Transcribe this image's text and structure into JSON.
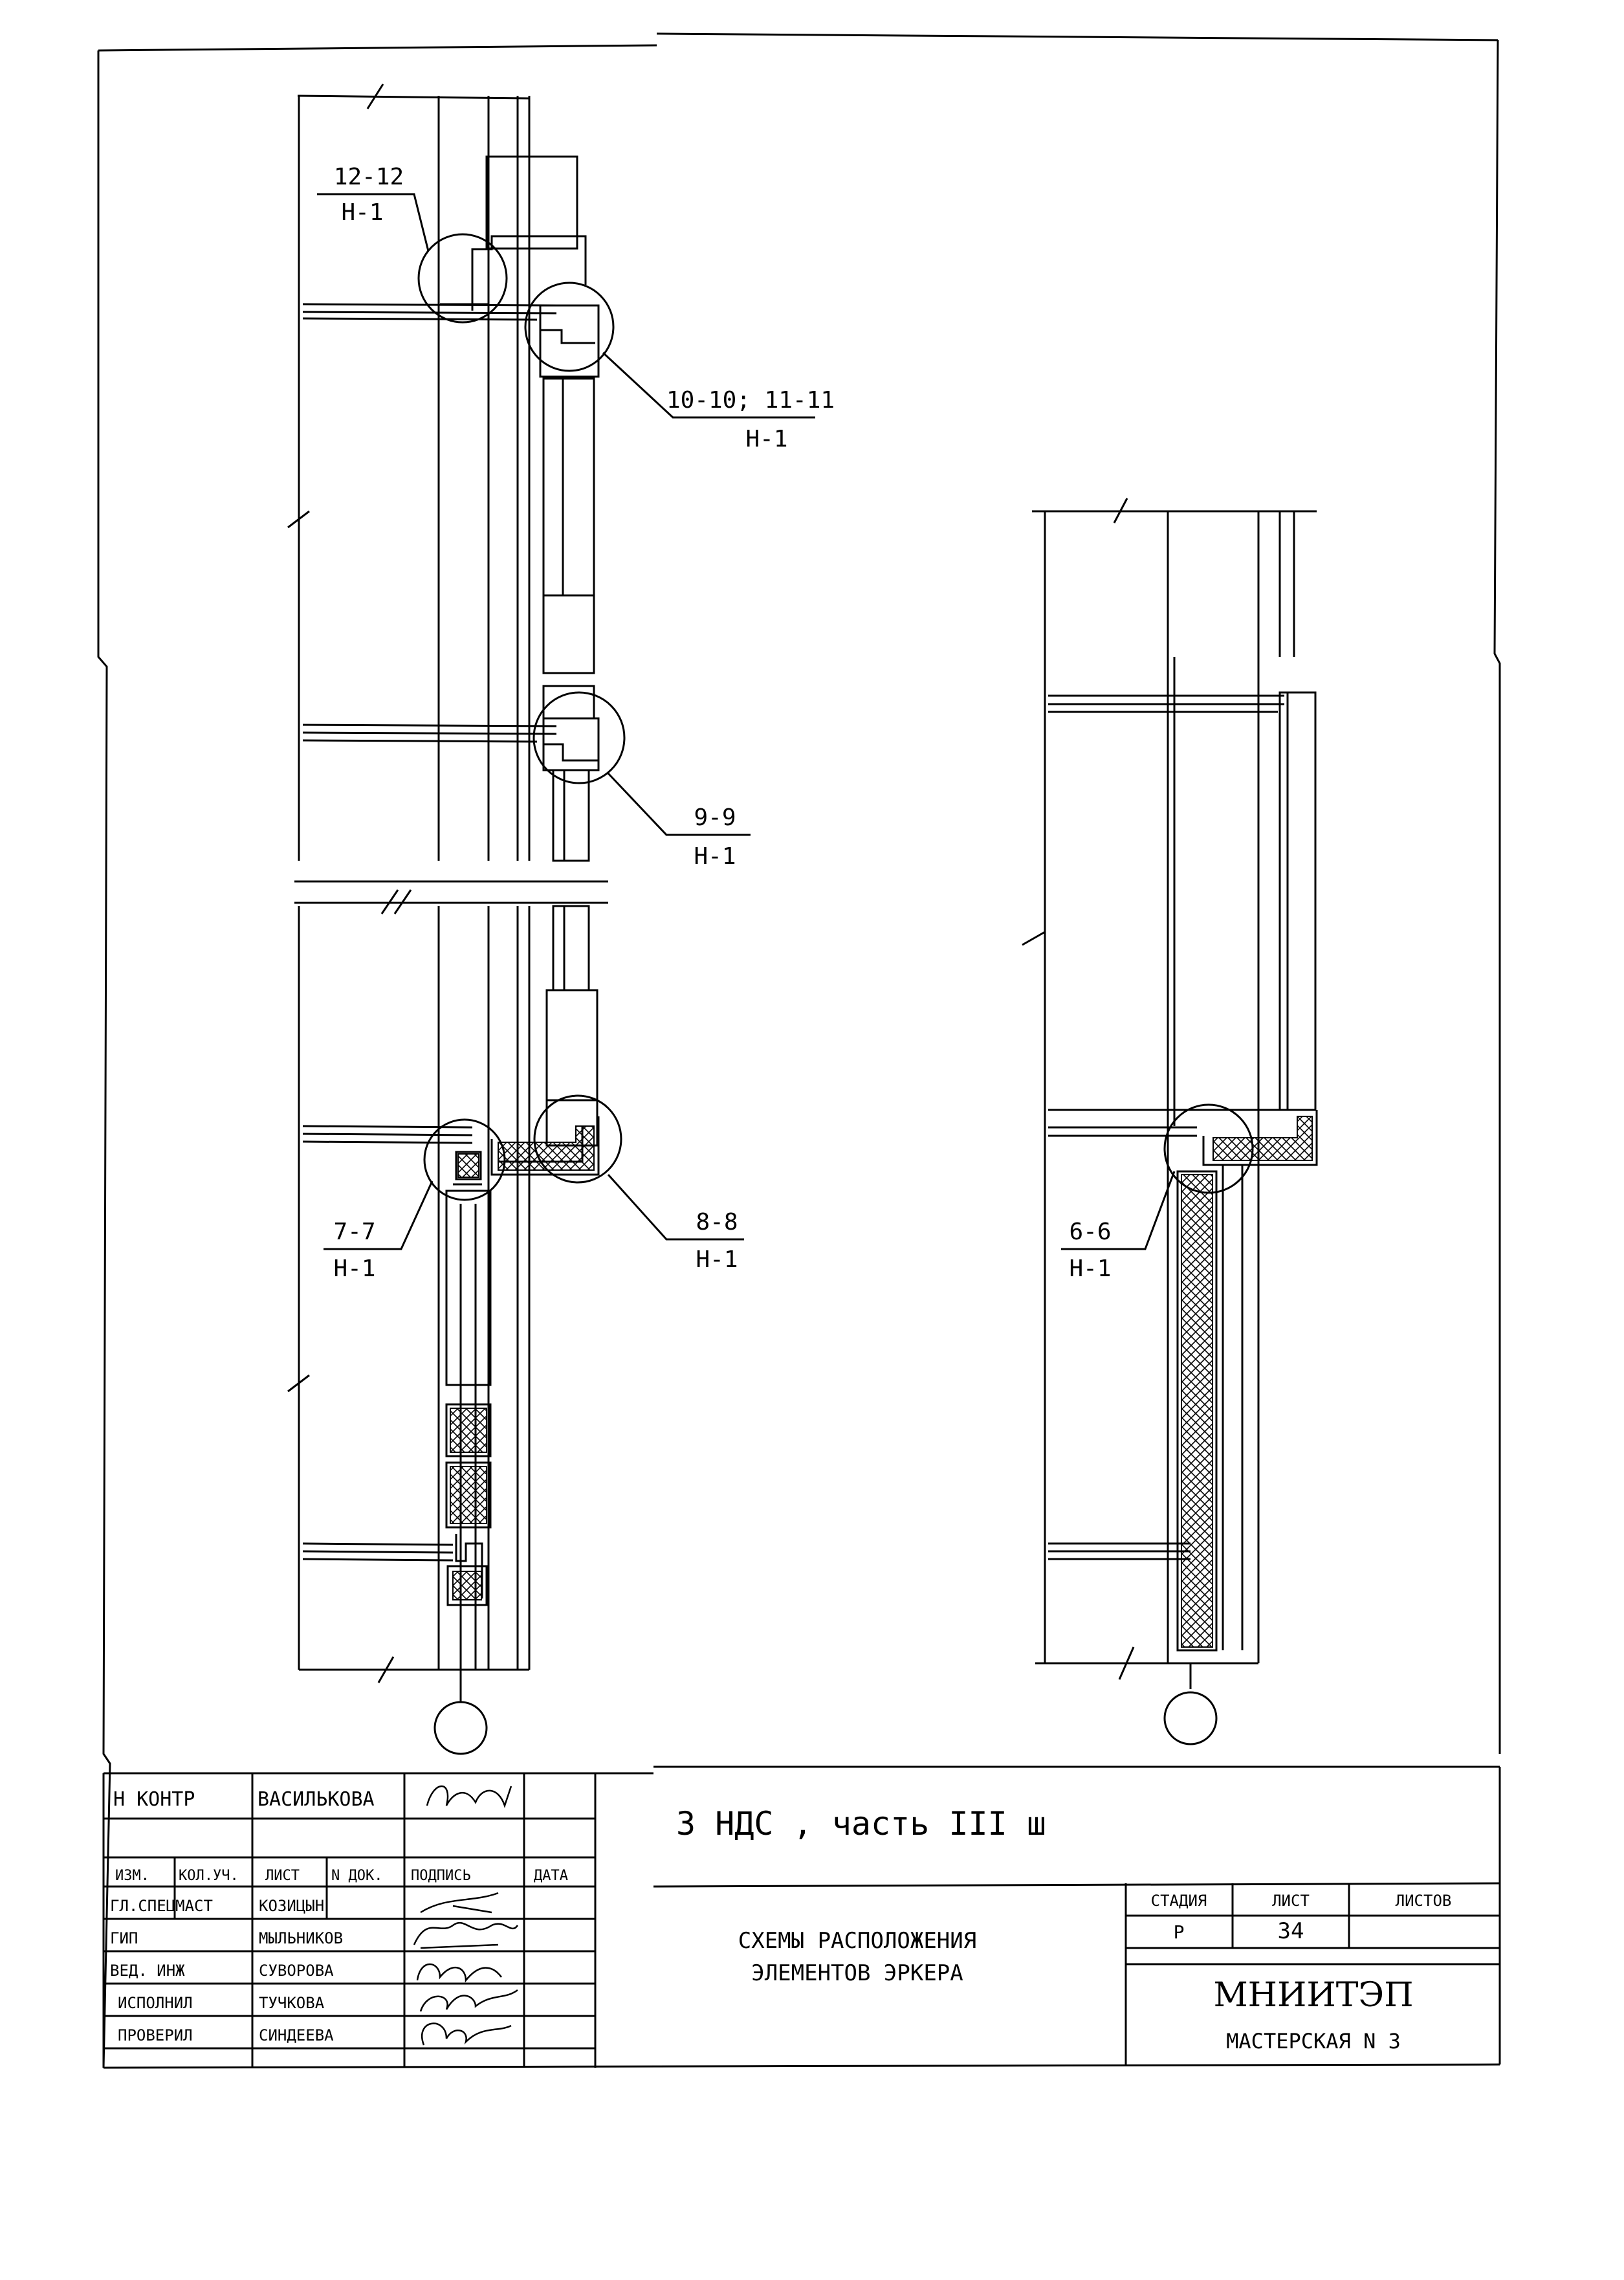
{
  "callouts": [
    {
      "id": "12-12",
      "section": "12-12",
      "sheet": "Н-1"
    },
    {
      "id": "10-10-11-11",
      "section": "10-10; 11-11",
      "sheet": "Н-1"
    },
    {
      "id": "9-9",
      "section": "9-9",
      "sheet": "Н-1"
    },
    {
      "id": "7-7",
      "section": "7-7",
      "sheet": "Н-1"
    },
    {
      "id": "8-8",
      "section": "8-8",
      "sheet": "Н-1"
    },
    {
      "id": "6-6",
      "section": "6-6",
      "sheet": "Н-1"
    }
  ],
  "title_block": {
    "norm_control": {
      "role": "Н КОНТР",
      "name": "ВАСИЛЬКОВА"
    },
    "headers": [
      "ИЗМ.",
      "КОЛ.УЧ.",
      "ЛИСТ",
      "N ДОК.",
      "ПОДПИСЬ",
      "ДАТА"
    ],
    "staff": [
      {
        "role": "ГЛ.СПЕЦМАСТ",
        "name": "КОЗИЦЫН"
      },
      {
        "role": "ГИП",
        "name": "МЫЛЬНИКОВ"
      },
      {
        "role": "ВЕД. ИНЖ",
        "name": "СУВОРОВА"
      },
      {
        "role": "ИСПОЛНИЛ",
        "name": "ТУЧКОВА"
      },
      {
        "role": "ПРОВЕРИЛ",
        "name": "СИНДЕЕВА"
      }
    ],
    "project": "3 НДС , часть III ш",
    "drawing_title_line1": "СХЕМЫ РАСПОЛОЖЕНИЯ",
    "drawing_title_line2": "ЭЛЕМЕНТОВ ЭРКЕРА",
    "stage_label": "СТАДИЯ",
    "sheet_label": "ЛИСТ",
    "sheets_label": "ЛИСТОВ",
    "stage": "Р",
    "sheet": "34",
    "sheets": "",
    "organization": "МНИИТЭП",
    "workshop": "МАСТЕРСКАЯ N 3"
  }
}
